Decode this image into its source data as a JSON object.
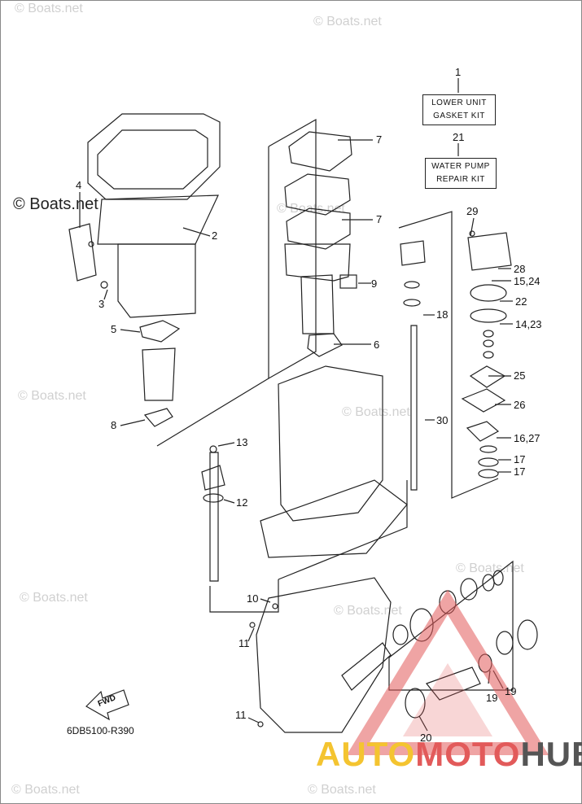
{
  "watermarks": [
    "© Boats.net",
    "© Boats.net",
    "© Boats.net",
    "© Boats.net",
    "© Boats.net",
    "© Boats.net",
    "© Boats.net",
    "© Boats.net",
    "© Boats.net",
    "© Boats.net"
  ],
  "watermark_main": "© Boats.net",
  "kits": {
    "lower_unit": {
      "line1": "LOWER UNIT",
      "line2": "GASKET KIT"
    },
    "water_pump": {
      "line1": "WATER PUMP",
      "line2": "REPAIR KIT"
    }
  },
  "callouts": [
    "1",
    "21",
    "7",
    "7",
    "2",
    "4",
    "3",
    "9",
    "5",
    "6",
    "8",
    "29",
    "28",
    "15,24",
    "22",
    "14,23",
    "18",
    "25",
    "26",
    "30",
    "16,27",
    "17",
    "17",
    "13",
    "12",
    "10",
    "11",
    "11",
    "19",
    "19",
    "20"
  ],
  "diagram_code": "6DB5100-R390",
  "fwd_label": "FWD",
  "brand": {
    "part1": "AUTO",
    "part2": "MOTO",
    "part3": "HUB"
  },
  "colors": {
    "watermark": "#d0d0d0",
    "brand_yellow": "#f4c430",
    "brand_red": "#e25a5a",
    "brand_gray": "#555555"
  }
}
